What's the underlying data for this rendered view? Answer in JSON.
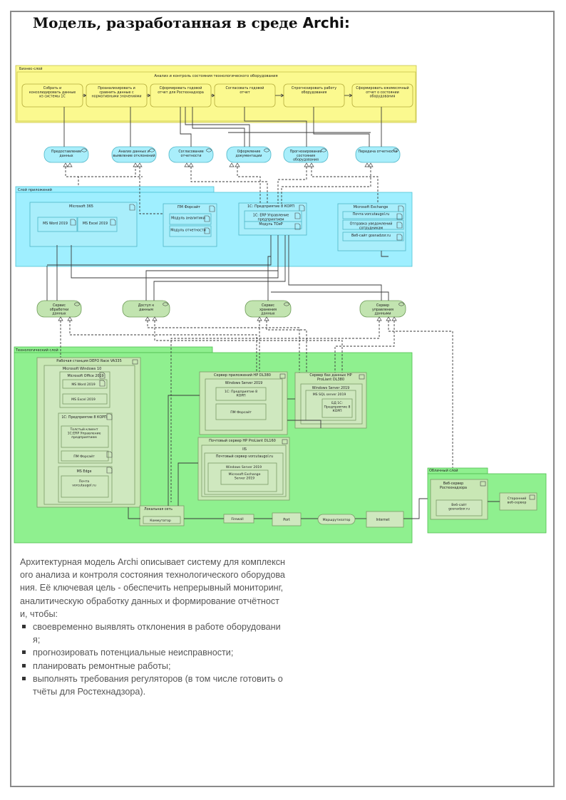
{
  "page": {
    "title_prefix": "Модель, разработанная в среде ",
    "title_emph": "Archi:"
  },
  "diagram": {
    "business_layer": {
      "label": "Бизнес-слой",
      "process_title": "Анализ и контроль состояния технологического оборудования",
      "steps": [
        {
          "id": "b1",
          "text": "Собрать и консолидировать данные из системы 1С"
        },
        {
          "id": "b2",
          "text": "Проанализировать и сравнить данные с нормативными значениями"
        },
        {
          "id": "b3",
          "text": "Сформировать годовой отчет для Ростехнадзора"
        },
        {
          "id": "b4",
          "text": "Согласовать годовой отчет"
        },
        {
          "id": "b5",
          "text": "Спрогнозировать работу оборудования"
        },
        {
          "id": "b6",
          "text": "Сформировать ежемесячный отчет о состоянии оборудования"
        }
      ],
      "services": [
        {
          "id": "s1",
          "text": "Предоставление данных"
        },
        {
          "id": "s2",
          "text": "Анализ данных и выявление отклонений"
        },
        {
          "id": "s3",
          "text": "Согласование отчетности"
        },
        {
          "id": "s4",
          "text": "Оформление документации"
        },
        {
          "id": "s5",
          "text": "Прогнозирование состояния оборудования"
        },
        {
          "id": "s6",
          "text": "Передача отчетности"
        }
      ]
    },
    "application_layer": {
      "label": "Слой приложений",
      "components": [
        {
          "id": "a1",
          "title": "Microsoft 365",
          "children": [
            "MS Word 2019",
            "MS Excel 2019"
          ]
        },
        {
          "id": "a2",
          "title": "ПМ Форсайт",
          "children": [
            "Модуль аналитики",
            "Модуль отчетности"
          ]
        },
        {
          "id": "a3",
          "title": "1С: Предприятие 8 КОРП",
          "children": [
            "1С: ERP Управление предприятием",
            "Модуль ТОиР"
          ]
        },
        {
          "id": "a4",
          "title": "Microsoft Exchange",
          "children": [
            "Почта vorcutaugol.ru",
            "Отправка уведомлений сотрудникам",
            "Веб-сайт gosnadzor.ru"
          ]
        }
      ],
      "services": [
        {
          "id": "as1",
          "text": "Сервис обработки данных"
        },
        {
          "id": "as2",
          "text": "Доступ к данным"
        },
        {
          "id": "as3",
          "text": "Сервис хранения данных"
        },
        {
          "id": "as4",
          "text": "Сервер управления данными"
        }
      ]
    },
    "technology_layer": {
      "label": "Технологический слой",
      "workstation": {
        "title": "Рабочая станция DEPO Race VA335",
        "os": "Microsoft Windows 10",
        "office": "Microsoft Office 2019",
        "word": "MS Word 2019",
        "excel": "MS Excel 2019",
        "c1": "1С: Предприятие 8 КОРП",
        "thick_client": "Толстый клиент 1С:ERP Управление предприятием",
        "forsite": "ПМ Форсайт",
        "edge": "MS Edge",
        "mail": "Почта vorcutaugol.ru"
      },
      "app_server": {
        "title": "Сервер приложений HP DL380",
        "os": "Windows Server 2019",
        "c1": "1С: Предприятие 8 КОРП",
        "forsite": "ПМ Форсайт"
      },
      "db_server": {
        "title": "Сервер баз данных HP ProLiant DL380",
        "os": "Windows Server 2019",
        "sql": "MS SQL server 2019",
        "db": "БД 1С: Предприятие 8 КОРП"
      },
      "mail_server": {
        "title": "Почтовый сервер HP ProLiant DL160",
        "iis": "IIS",
        "mail": "Почтовый сервер vorcutaugol.ru",
        "os": "Windows Server 2019",
        "exchange": "Microsoft Exchange Server 2019"
      },
      "network": {
        "lan": "Локальная сеть",
        "switch": "Коммутатор",
        "firewall": "Firewall",
        "port": "Port",
        "router": "Маршрутизатор",
        "internet": "Internet"
      }
    },
    "cloud_layer": {
      "label": "Облачный слой",
      "web_server": "Веб-сервер Ростехнадзора",
      "web_site": "Веб-сайт gosnadzor.ru",
      "third_party": "Сторонний веб-сервер"
    }
  },
  "description": {
    "paragraph": "Архитектурная модель Archi описывает систему для комплексного анализа и контроля состояния технологического оборудования. Её ключевая цель - обеспечить непрерывный мониторинг, аналитическую обработку данных и формирование отчётности, чтобы:",
    "bullets": [
      "своевременно выявлять отклонения в работе оборудования;",
      "прогнозировать потенциальные неисправности;",
      "планировать ремонтные работы;",
      "выполнять требования регуляторов (в том числе готовить отчёты для Ростехнадзора)."
    ]
  },
  "colors": {
    "business_fill": "#fbf98f",
    "business_stroke": "#c9c34a",
    "application_fill": "#9fefff",
    "application_stroke": "#4fc3d6",
    "technology_fill": "#8ff08f",
    "technology_stroke": "#4fbf4f",
    "node_fill": "#c9e7b5",
    "node_stroke": "#7a9a66",
    "line": "#3a3a3a"
  }
}
